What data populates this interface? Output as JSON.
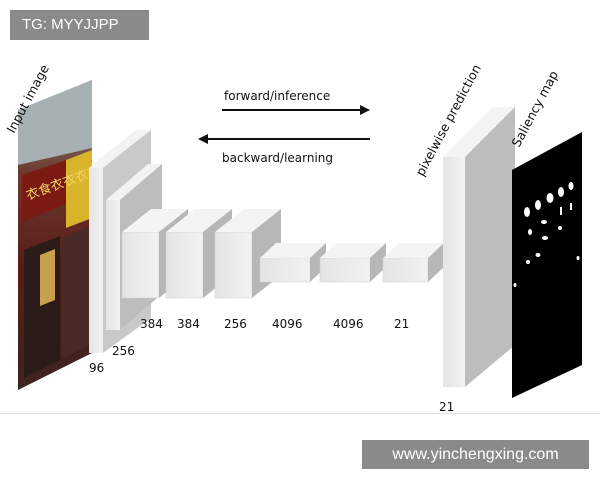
{
  "watermark_top": "TG: MYYJJPP",
  "watermark_bottom": "www.yinchengxing.com",
  "diagram": {
    "input_label": "Input image",
    "arrow_forward": "forward/inference",
    "arrow_backward": "backward/learning",
    "prediction_label": "pixelwise prediction",
    "saliency_label": "Saliency map",
    "layers": [
      {
        "label": "96"
      },
      {
        "label": "256"
      },
      {
        "label": "384"
      },
      {
        "label": "384"
      },
      {
        "label": "256"
      },
      {
        "label": "4096"
      },
      {
        "label": "4096"
      },
      {
        "label": "21"
      },
      {
        "label": "21"
      }
    ],
    "photo_sign_text": "衣食衣衣衣衣衣"
  }
}
